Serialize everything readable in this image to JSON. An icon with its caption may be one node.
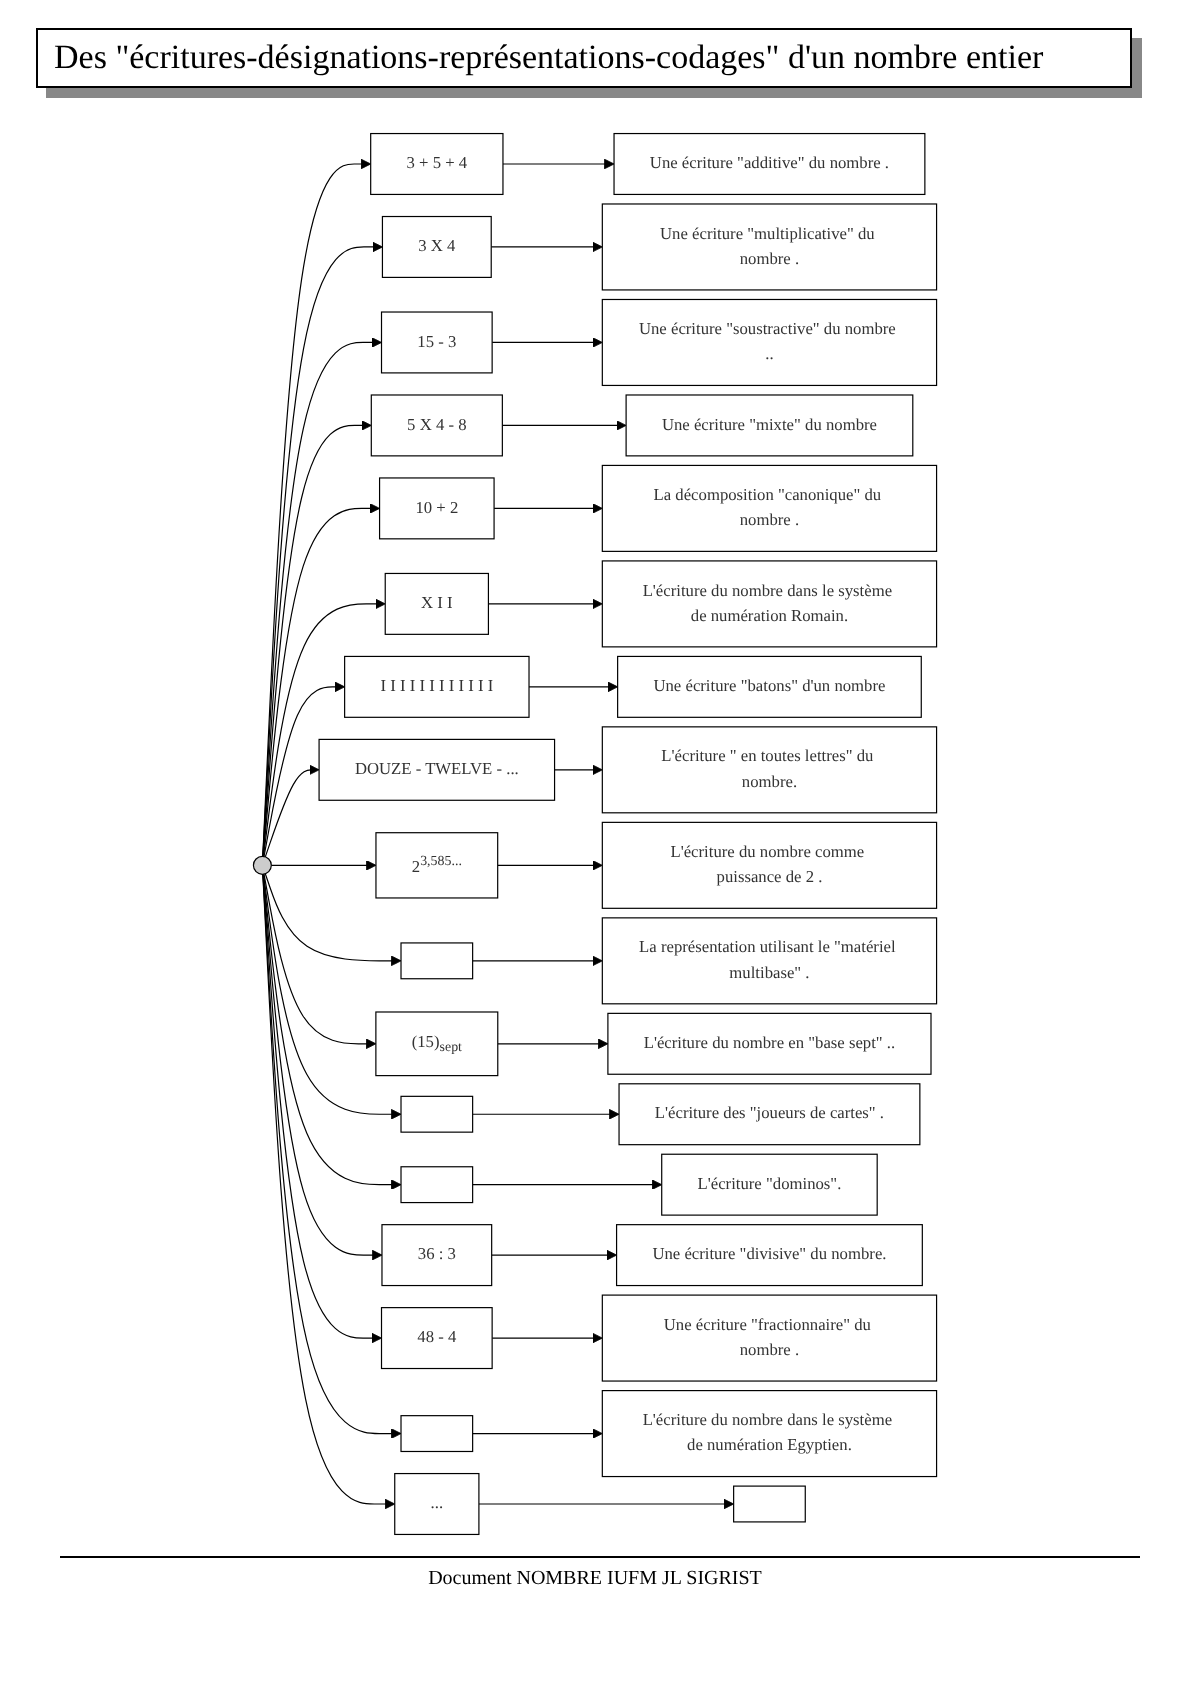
{
  "diagram": {
    "title": "Des \"écritures-désignations-représentations-codages\" d'un nombre entier",
    "nodes": [
      {
        "text": [],
        "shape": "circle"
      },
      {
        "text": [
          "3 + 5 + 4"
        ]
      },
      {
        "text": [
          "Une écriture \"additive\" du nombre ."
        ]
      },
      {
        "text": [
          "3 X 4"
        ]
      },
      {
        "text": [
          "Une écriture \"multiplicative\" du nombre ."
        ]
      },
      {
        "text": [
          "15 - 3"
        ]
      },
      {
        "text": [
          "Une écriture \"soustractive\" du nombre .."
        ]
      },
      {
        "text": [
          "5 X 4 - 8"
        ]
      },
      {
        "text": [
          "Une écriture \"mixte\" du nombre"
        ]
      },
      {
        "text": [
          "10 + 2"
        ]
      },
      {
        "text": [
          "La décomposition \"canonique\" du nombre ."
        ]
      },
      {
        "text": [
          "X I I"
        ]
      },
      {
        "text": [
          "L'écriture du nombre dans le système de numération Romain."
        ]
      },
      {
        "text": [
          "I I I I I I I I I I I I"
        ]
      },
      {
        "text": [
          "Une écriture \"batons\" d'un nombre"
        ]
      },
      {
        "text": [
          "DOUZE - TWELVE - ..."
        ]
      },
      {
        "text": [
          "L'écriture \" en toutes lettres\" du nombre."
        ]
      },
      {
        "text": [
          "2$^{3,585...}$"
        ]
      },
      {
        "text": [
          "L'écriture du nombre comme puissance de 2 ."
        ]
      },
      {
        "text": [],
        "shape": "box"
      },
      {
        "text": [
          "La représentation utilisant le \"matériel multibase\" ."
        ]
      },
      {
        "text": [
          "(15)$_{sept}$"
        ]
      },
      {
        "text": [
          "L'écriture du nombre en \"base sept\" .."
        ]
      },
      {
        "text": [],
        "shape": "box"
      },
      {
        "text": [
          "L'écriture des \"joueurs de cartes\" ."
        ]
      },
      {
        "text": [],
        "shape": "box"
      },
      {
        "text": [
          "L'écriture \"dominos\"."
        ]
      },
      {
        "text": [
          "36 : 3"
        ]
      },
      {
        "text": [
          "Une écriture \"divisive\" du nombre."
        ]
      },
      {
        "text": [
          "48 - 4"
        ]
      },
      {
        "text": [
          "Une écriture \"fractionnaire\" du nombre ."
        ]
      },
      {
        "text": [],
        "shape": "box"
      },
      {
        "text": [
          "L'écriture du nombre dans le système de numération Egyptien."
        ]
      },
      {
        "text": [
          "..."
        ]
      },
      {
        "text": [],
        "shape": "box"
      }
    ],
    "edges": [
      {
        "from": 0,
        "to": 1,
        "arrow": "to"
      },
      {
        "from": 0,
        "to": 3,
        "arrow": "to"
      },
      {
        "from": 0,
        "to": 5,
        "arrow": "to"
      },
      {
        "from": 0,
        "to": 7,
        "arrow": "to"
      },
      {
        "from": 0,
        "to": 9,
        "arrow": "to"
      },
      {
        "from": 0,
        "to": 11,
        "arrow": "to"
      },
      {
        "from": 0,
        "to": 13,
        "arrow": "to"
      },
      {
        "from": 0,
        "to": 15,
        "arrow": "to"
      },
      {
        "from": 0,
        "to": 17,
        "arrow": "to"
      },
      {
        "from": 0,
        "to": 19,
        "arrow": "to"
      },
      {
        "from": 0,
        "to": 21,
        "arrow": "to"
      },
      {
        "from": 0,
        "to": 23,
        "arrow": "to"
      },
      {
        "from": 0,
        "to": 25,
        "arrow": "to"
      },
      {
        "from": 0,
        "to": 27,
        "arrow": "to"
      },
      {
        "from": 0,
        "to": 29,
        "arrow": "to"
      },
      {
        "from": 0,
        "to": 31,
        "arrow": "to"
      },
      {
        "from": 0,
        "to": 33,
        "arrow": "to"
      },
      {
        "from": 1,
        "to": 2,
        "arrow": "to"
      },
      {
        "from": 3,
        "to": 4,
        "arrow": "to"
      },
      {
        "from": 5,
        "to": 6,
        "arrow": "to"
      },
      {
        "from": 7,
        "to": 8,
        "arrow": "to"
      },
      {
        "from": 9,
        "to": 10,
        "arrow": "to"
      },
      {
        "from": 11,
        "to": 12,
        "arrow": "to"
      },
      {
        "from": 13,
        "to": 14,
        "arrow": "to"
      },
      {
        "from": 15,
        "to": 16,
        "arrow": "to"
      },
      {
        "from": 17,
        "to": 18,
        "arrow": "to"
      },
      {
        "from": 19,
        "to": 20,
        "arrow": "to"
      },
      {
        "from": 21,
        "to": 22,
        "arrow": "to"
      },
      {
        "from": 23,
        "to": 24,
        "arrow": "to"
      },
      {
        "from": 25,
        "to": 26,
        "arrow": "to"
      },
      {
        "from": 27,
        "to": 28,
        "arrow": "to"
      },
      {
        "from": 29,
        "to": 30,
        "arrow": "to"
      },
      {
        "from": 31,
        "to": 32,
        "arrow": "to"
      },
      {
        "from": 33,
        "to": 34,
        "arrow": "to"
      }
    ],
    "caption": "Document NOMBRE IUFM JL SIGRIST"
  }
}
